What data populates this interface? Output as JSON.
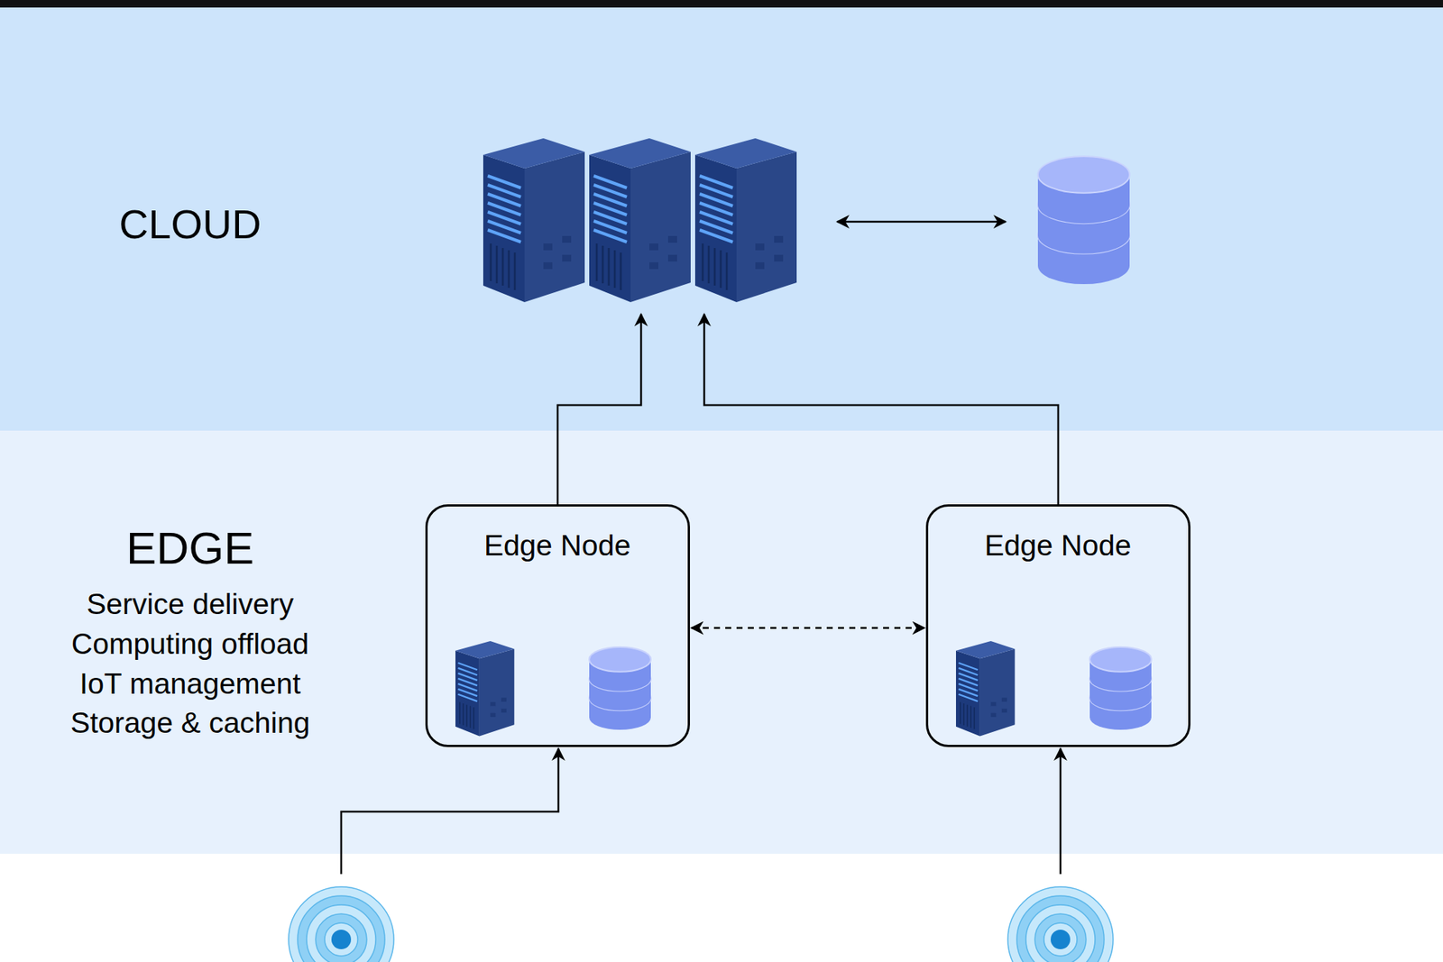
{
  "diagram": {
    "nodes": [
      {
        "text": [
          "CLOUD"
        ]
      },
      {
        "text": [
          "EDGE",
          "Service delivery",
          "Computing offload",
          "IoT management",
          "Storage & caching"
        ]
      },
      {
        "text": [
          "Edge Node"
        ],
        "in": 1
      },
      {
        "text": [
          "Edge Node"
        ],
        "in": 1
      }
    ],
    "edges": [
      {
        "from": 2,
        "to": 0,
        "arrow": "to"
      },
      {
        "from": 3,
        "to": 0,
        "arrow": "to"
      },
      {
        "from": 2,
        "to": 3,
        "arrow": "both"
      }
    ]
  }
}
